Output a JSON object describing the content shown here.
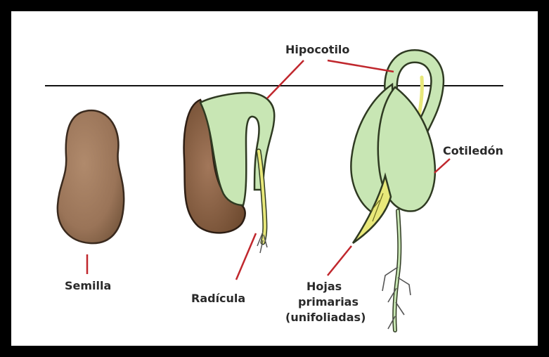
{
  "diagram": {
    "labels": {
      "hipocotilo": "Hipocotilo",
      "cotiledon": "Cotiledón",
      "semilla": "Semilla",
      "radicula": "Radícula",
      "hojas_line1": "Hojas",
      "hojas_line2": "primarias",
      "hojas_line3": "(unifoliadas)"
    },
    "colors": {
      "frame": "#000000",
      "seed_brown": "#9a7458",
      "seed_dark": "#6e4a2f",
      "cotyledon_green": "#c8e6b4",
      "cotyledon_outline": "#2f3a22",
      "root_yellow": "#e8e87a",
      "leader_red": "#c0272d",
      "ground_line": "#111111"
    }
  }
}
